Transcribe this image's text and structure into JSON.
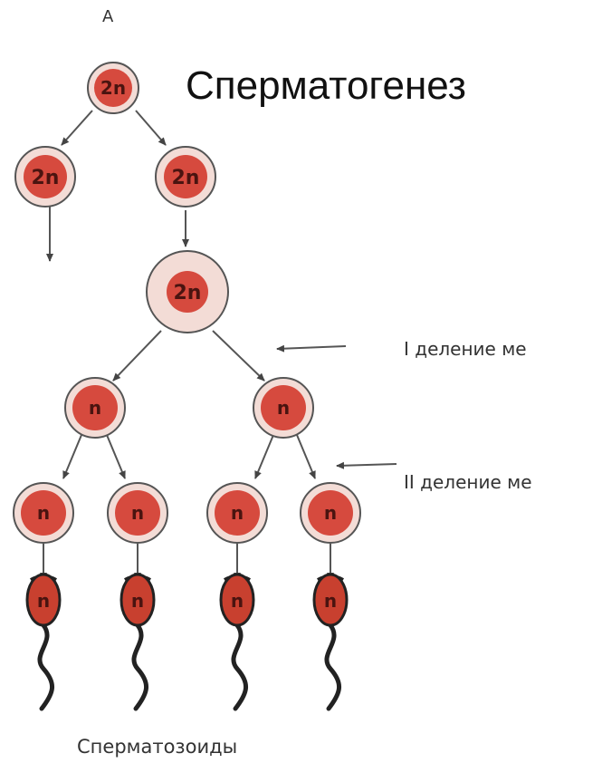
{
  "title": "Сперматогенез",
  "label_a": "А",
  "division_1": "I деление ме",
  "division_2": "II деление ме",
  "sperm_label": "Сперматозоиды",
  "cells": [
    {
      "id": "top",
      "ploidy": "2n"
    },
    {
      "id": "left-a",
      "ploidy": "2n"
    },
    {
      "id": "right-a",
      "ploidy": "2n"
    },
    {
      "id": "big",
      "ploidy": "2n"
    },
    {
      "id": "m1-left",
      "ploidy": "n"
    },
    {
      "id": "m1-right",
      "ploidy": "n"
    },
    {
      "id": "m2-1",
      "ploidy": "n"
    },
    {
      "id": "m2-2",
      "ploidy": "n"
    },
    {
      "id": "m2-3",
      "ploidy": "n"
    },
    {
      "id": "m2-4",
      "ploidy": "n"
    }
  ],
  "sperms": [
    {
      "ploidy": "n"
    },
    {
      "ploidy": "n"
    },
    {
      "ploidy": "n"
    },
    {
      "ploidy": "n"
    }
  ],
  "colors": {
    "cell_fill": "#d64a3e",
    "cell_ring": "#f3dcd6",
    "outline": "#555555",
    "sperm_fill": "#c8402f",
    "tail": "#222222"
  }
}
